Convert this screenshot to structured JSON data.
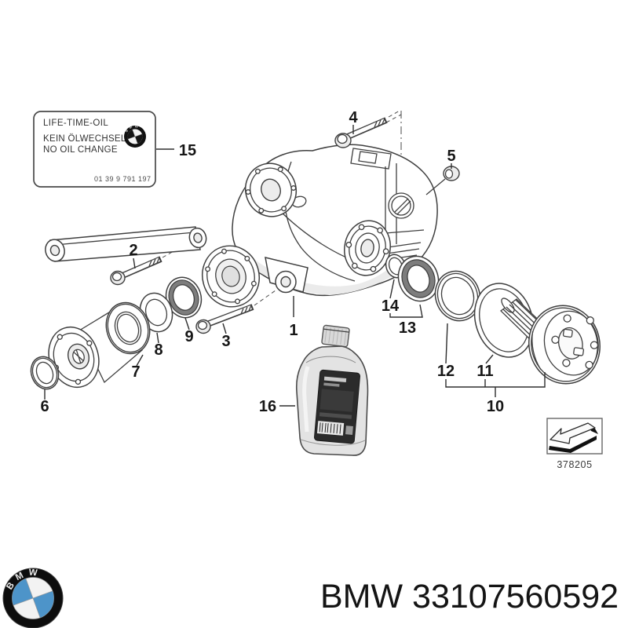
{
  "diagram": {
    "callouts": {
      "c1": "1",
      "c2": "2",
      "c3": "3",
      "c4": "4",
      "c5": "5",
      "c6": "6",
      "c7": "7",
      "c8": "8",
      "c9": "9",
      "c10": "10",
      "c11": "11",
      "c12": "12",
      "c13": "13",
      "c14": "14",
      "c15": "15",
      "c16": "16"
    },
    "oil_change_label": {
      "title": "LIFE-TIME-OIL",
      "line_de": "KEIN ÖLWECHSEL",
      "line_en": "NO OIL CHANGE",
      "part_number": "01 39 9 791 197"
    },
    "direction_ref": "378205"
  },
  "brand": {
    "letters": "BMW"
  },
  "footer": {
    "part_text": "BMW 33107560592"
  },
  "colors": {
    "line": "#3f3f3f",
    "bmw_blue": "#4d94c9",
    "label_dark": "#2b2b2b",
    "seal_gray": "#7d7d7d"
  }
}
